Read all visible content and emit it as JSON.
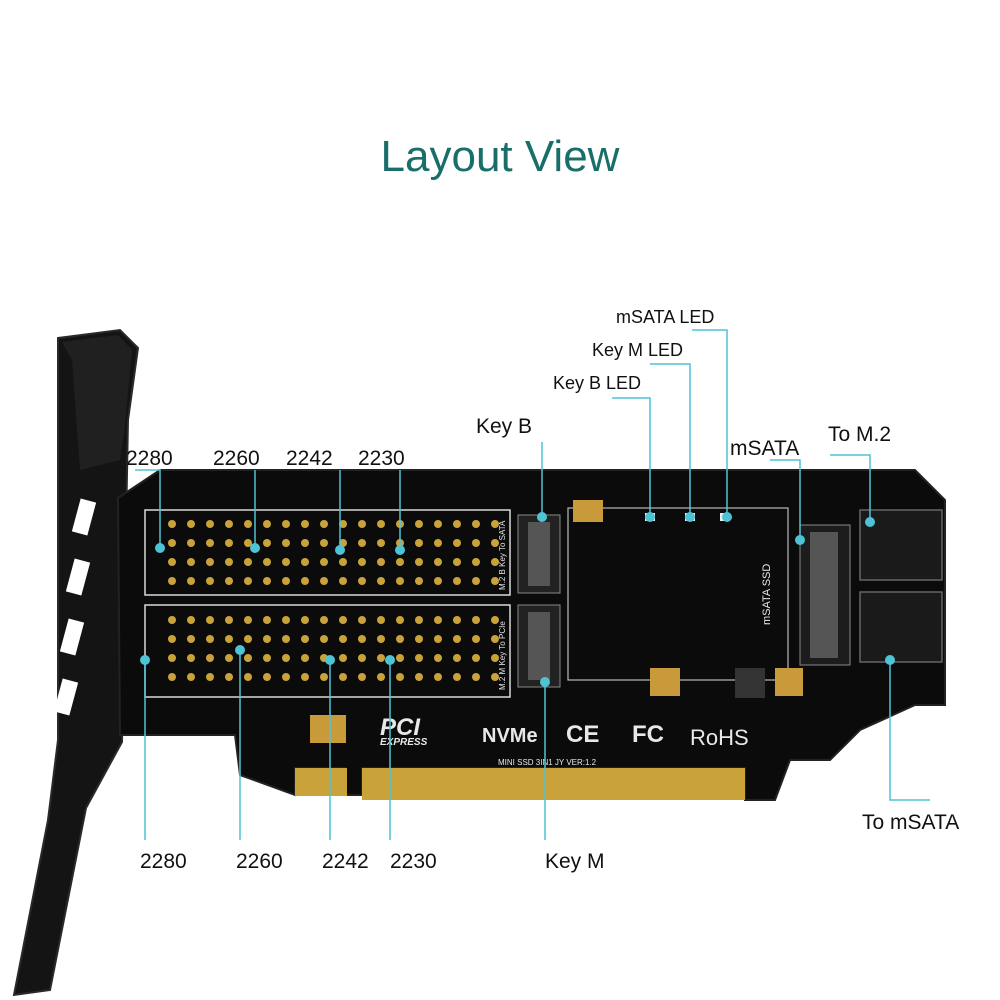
{
  "title": "Layout View",
  "top_labels": {
    "l2280": "2280",
    "l2260": "2260",
    "l2242": "2242",
    "l2230": "2230",
    "key_b": "Key B",
    "key_b_led": "Key B LED",
    "key_m_led": "Key M LED",
    "msata_led": "mSATA LED",
    "msata": "mSATA",
    "to_m2": "To M.2"
  },
  "bottom_labels": {
    "l2280": "2280",
    "l2260": "2260",
    "l2242": "2242",
    "l2230": "2230",
    "key_m": "Key M",
    "to_msata": "To mSATA"
  },
  "board_markings": {
    "pci": "PCI",
    "express": "EXPRESS",
    "nvme": "NVMe",
    "ce": "CE",
    "fc": "FC",
    "rohs": "RoHS",
    "msata_ssd": "mSATA SSD",
    "model": "MINI SSD 3IN1  JY  VER:1.2",
    "m2_b_key": "M.2 B Key To SATA",
    "m2_m_key": "M.2 M Key To PCIe"
  },
  "colors": {
    "title": "#1a6e6a",
    "callout_line": "#4fc3d6",
    "pcb": "#0b0b0b",
    "gold": "#c9a33a"
  }
}
